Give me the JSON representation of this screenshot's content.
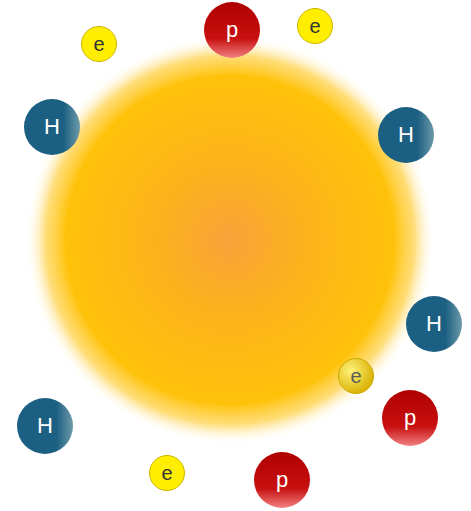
{
  "diagram": {
    "nodes": [
      {
        "text": [
          "e"
        ]
      },
      {
        "text": [
          "p"
        ]
      },
      {
        "text": [
          "e"
        ]
      },
      {
        "text": [
          "H"
        ]
      },
      {
        "text": [
          "H"
        ]
      },
      {
        "text": [
          "H"
        ]
      },
      {
        "text": [
          "e"
        ]
      },
      {
        "text": [
          "p"
        ]
      },
      {
        "text": [
          "H"
        ]
      },
      {
        "text": [
          "e"
        ]
      },
      {
        "text": [
          "p"
        ]
      }
    ]
  }
}
